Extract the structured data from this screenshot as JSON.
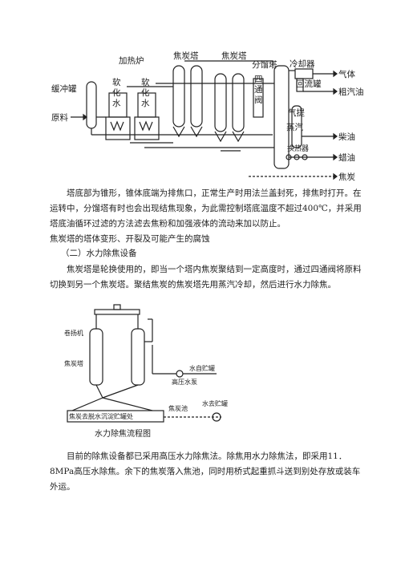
{
  "figure1": {
    "labels": {
      "heating_furnace": "加热炉",
      "coke_tower_1": "焦炭塔",
      "coke_tower_2": "焦炭塔",
      "fractionator": "分馏塔",
      "cooler": "冷却器",
      "gas": "气体",
      "buffer_tank": "缓冲罐",
      "softened_water_1": [
        "软",
        "化",
        "水"
      ],
      "softened_water_2": [
        "软",
        "化",
        "水"
      ],
      "four_way_valve": [
        "四",
        "通",
        "阀"
      ],
      "reflux_tank": "回流罐",
      "crude_gasoline": "粗汽油",
      "feed": "原料",
      "stripper": "气提",
      "steam": "蒸汽",
      "diesel": "柴油",
      "heat_exchanger": "换热器",
      "wax_oil": "蜡油",
      "coke": "焦炭"
    }
  },
  "paragraph1": "塔底部为锥形，锥体底端为排焦口，正常生产时用法兰盖封死，排焦时打开。在运转中，分馏塔有时也会出现结焦现象，为此需控制塔底温度不超过400℃，并采用塔底油循环过滤的方法滤去焦粉和加强液体的流动来加以防止。",
  "line_corrosion": "焦炭塔的塔体变形、开裂及可能产生的腐蚀",
  "heading2": "（二）水力除焦设备",
  "paragraph2": "焦炭塔是轮换使用的，即当一个塔内焦炭聚结到一定高度时，通过四通阀将原料切换到另一个焦炭塔。聚结焦炭的焦炭塔先用蒸汽冷却，然后进行水力除焦。",
  "figure2": {
    "labels": {
      "winch": "卷扬机",
      "coke_tower": "焦炭塔",
      "water_tank": "水自贮罐",
      "hp_pump": "高压水泵",
      "sump": "焦炭去脱水沉淀贮罐处",
      "coke_pool": "焦炭池",
      "water_storage": "水去贮罐"
    },
    "caption": "水力除焦流程图"
  },
  "paragraph3": "目前的除焦设备都已采用高压水力除焦法。除焦用水力除焦法，即采用11．8MPa高压水除焦。余下的焦炭落入焦池，同时用桥式起重抓斗送到别处存放或装车外运。"
}
